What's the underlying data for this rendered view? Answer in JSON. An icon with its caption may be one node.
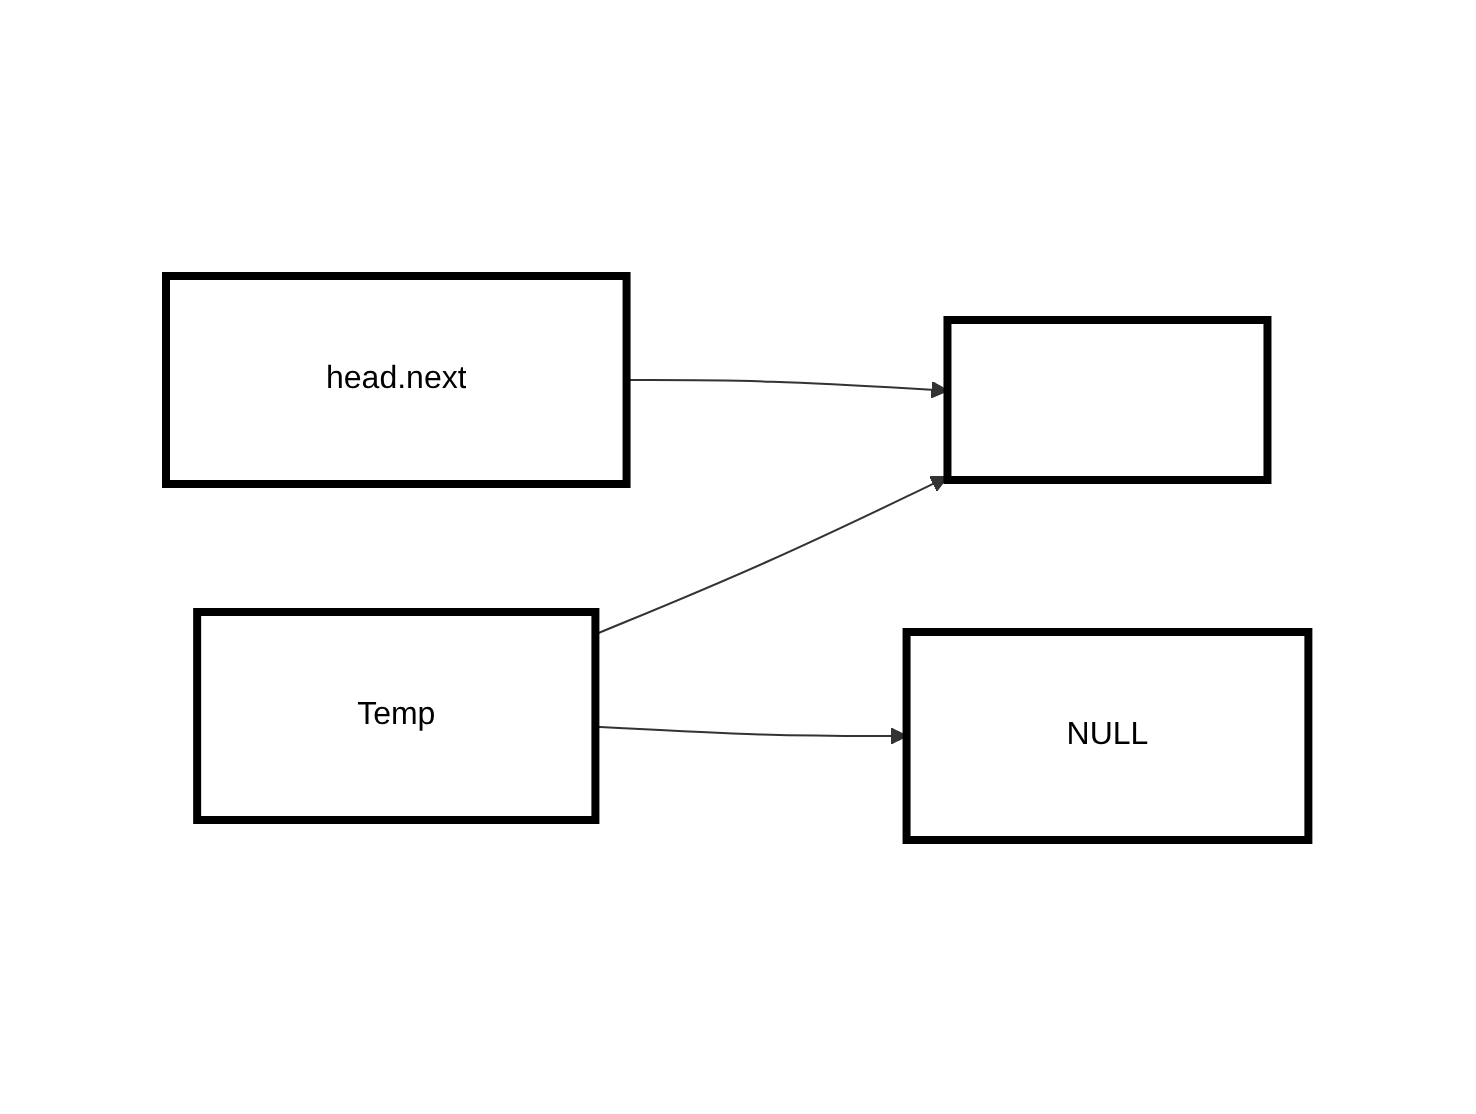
{
  "diagram": {
    "nodes": [
      {
        "text": [
          "head.next"
        ]
      },
      {
        "text": [],
        "shape": "box"
      },
      {
        "text": [
          "Temp"
        ]
      },
      {
        "text": [
          "NULL"
        ]
      }
    ],
    "edges": [
      {
        "from": 0,
        "to": 1,
        "arrow": "to"
      },
      {
        "from": 2,
        "to": 1,
        "arrow": "to"
      },
      {
        "from": 2,
        "to": 3,
        "arrow": "to"
      }
    ]
  }
}
